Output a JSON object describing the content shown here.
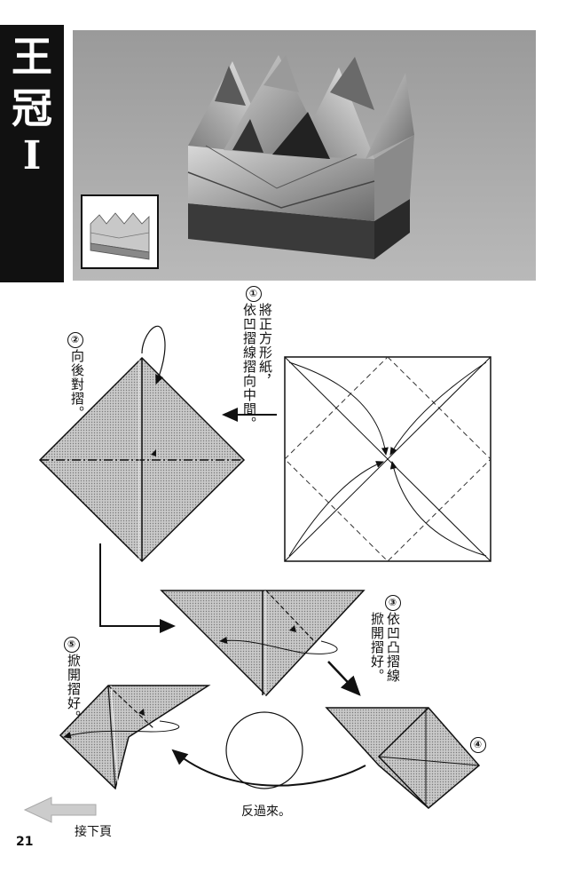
{
  "title": {
    "line1": "王",
    "line2": "冠",
    "line3": "I"
  },
  "steps": [
    {
      "num": "①",
      "text": "將正方形紙，",
      "text2": "依凹摺線摺向中間。"
    },
    {
      "num": "②",
      "text": "向後對摺。"
    },
    {
      "num": "③",
      "text": "依凹凸摺線",
      "text2": "掀開摺好。"
    },
    {
      "num": "④"
    },
    {
      "num": "⑤",
      "text": "掀開摺好。"
    }
  ],
  "turn_over": "反過來。",
  "next_page": "接下頁",
  "page_number": "21"
}
